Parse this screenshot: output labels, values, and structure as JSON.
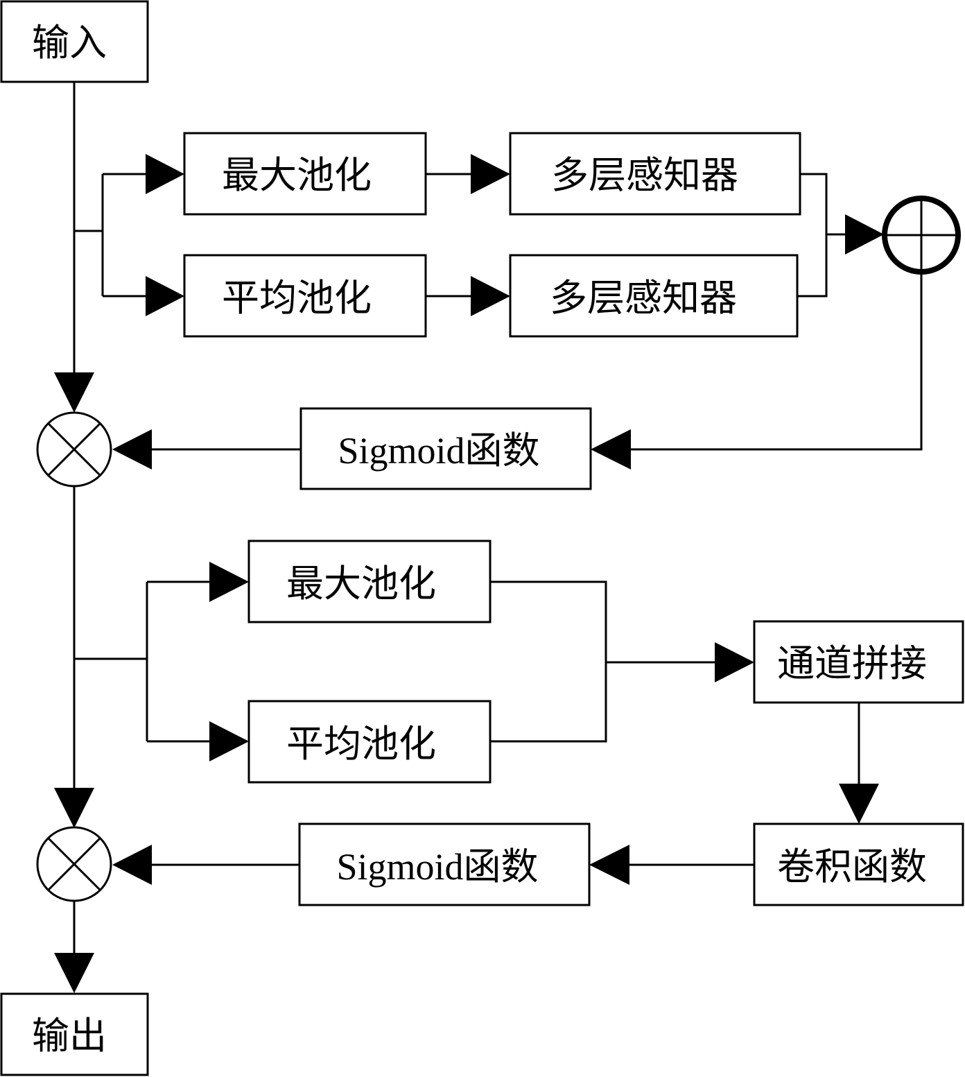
{
  "diagram": {
    "title": "",
    "colors": {
      "stroke": "#000000",
      "background": "#ffffff"
    },
    "nodes": {
      "input": {
        "label": "输入"
      },
      "output": {
        "label": "输出"
      },
      "channel_maxpool": {
        "label": "最大池化"
      },
      "channel_avgpool": {
        "label": "平均池化"
      },
      "mlp_top": {
        "label": "多层感知器"
      },
      "mlp_bottom": {
        "label": "多层感知器"
      },
      "channel_sigmoid": {
        "label": "Sigmoid函数"
      },
      "spatial_maxpool": {
        "label": "最大池化"
      },
      "spatial_avgpool": {
        "label": "平均池化"
      },
      "concat": {
        "label": "通道拼接"
      },
      "conv": {
        "label": "卷积函数"
      },
      "spatial_sigmoid": {
        "label": "Sigmoid函数"
      }
    },
    "operators": {
      "add": {
        "symbol": "plus-circle",
        "meaning": "element-wise sum"
      },
      "multiply_1": {
        "symbol": "times-circle",
        "meaning": "element-wise multiply"
      },
      "multiply_2": {
        "symbol": "times-circle",
        "meaning": "element-wise multiply"
      }
    },
    "edges": [
      [
        "input",
        "channel_maxpool"
      ],
      [
        "input",
        "channel_avgpool"
      ],
      [
        "input",
        "multiply_1"
      ],
      [
        "channel_maxpool",
        "mlp_top"
      ],
      [
        "channel_avgpool",
        "mlp_bottom"
      ],
      [
        "mlp_top",
        "add"
      ],
      [
        "mlp_bottom",
        "add"
      ],
      [
        "add",
        "channel_sigmoid"
      ],
      [
        "channel_sigmoid",
        "multiply_1"
      ],
      [
        "multiply_1",
        "spatial_maxpool"
      ],
      [
        "multiply_1",
        "spatial_avgpool"
      ],
      [
        "multiply_1",
        "multiply_2"
      ],
      [
        "spatial_maxpool",
        "concat"
      ],
      [
        "spatial_avgpool",
        "concat"
      ],
      [
        "concat",
        "conv"
      ],
      [
        "conv",
        "spatial_sigmoid"
      ],
      [
        "spatial_sigmoid",
        "multiply_2"
      ],
      [
        "multiply_2",
        "output"
      ]
    ]
  }
}
